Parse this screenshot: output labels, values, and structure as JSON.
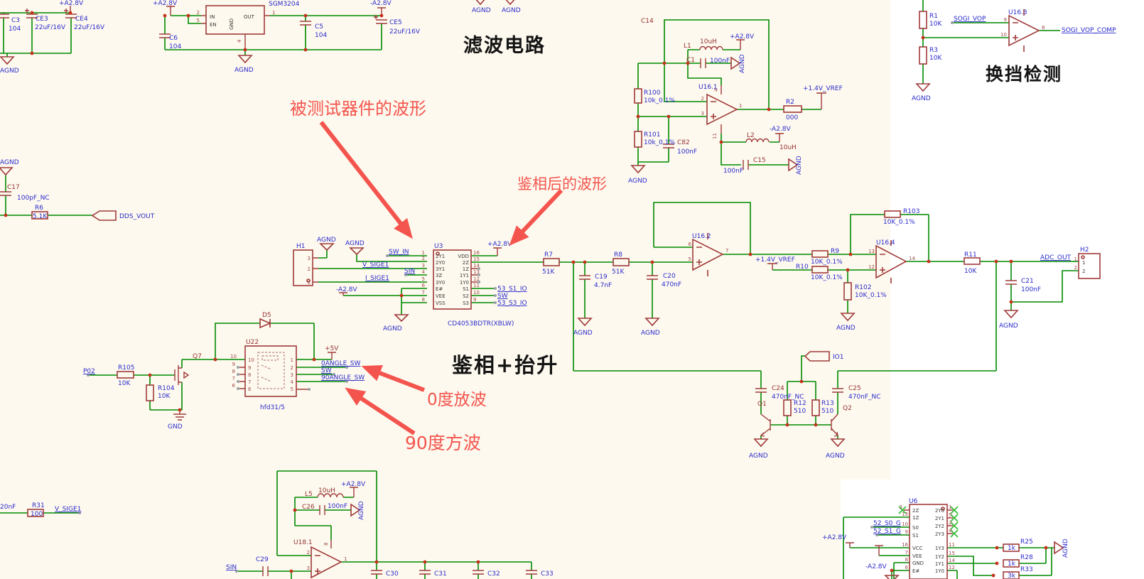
{
  "titles": {
    "filter": "滤波电路",
    "gear": "换挡检测",
    "phase": "鉴相+抬升"
  },
  "notes": {
    "dut": "被测试器件的波形",
    "pd": "鉴相后的波形",
    "d0": "0度放波",
    "d90": "90度方波"
  },
  "power": {
    "a28p": "+A2.8V",
    "a28n": "-A2.8V",
    "v5": "+5V",
    "vref": "+1.4V_VREF",
    "agnd": "AGND",
    "gnd": "GND"
  },
  "nets": {
    "sw_in": "SW_IN",
    "vsige1": "V_SIGE1",
    "sin": "SIN",
    "isige1": "I_SIGE1",
    "s1io": "53_S1_IO",
    "sw": "SW",
    "s3io": "53_S3_IO",
    "dds": "DDS_VOUT",
    "sogi": "SOGI_VOP",
    "sogic": "SOGI_VOP_COMP",
    "adc": "ADC_OUT",
    "p02": "P02",
    "a0": "0ANGLE_SW",
    "a90": "90ANGLE_SW",
    "io1": "IO1",
    "s0g": "52_S0_G",
    "s1g": "52_S1_G"
  },
  "parts": {
    "c3": {
      "r": "C3",
      "v": "104"
    },
    "ce3": {
      "r": "CE3",
      "v": "22uF/16V"
    },
    "ce4": {
      "r": "CE4",
      "v": "22uF/16V"
    },
    "c6": {
      "r": "C6",
      "v": "104"
    },
    "c5": {
      "r": "C5",
      "v": "104"
    },
    "ce5": {
      "r": "CE5",
      "v": "22uF/16V"
    },
    "c14": {
      "r": "C14"
    },
    "l1": {
      "r": "L1",
      "v": "10uH"
    },
    "c1": {
      "r": "C1",
      "v": "100nF"
    },
    "r100": {
      "r": "R100",
      "v": "10k_0.1%"
    },
    "r101": {
      "r": "R101",
      "v": "10k_0.1%"
    },
    "c82": {
      "r": "C82",
      "v": "100nF"
    },
    "r2": {
      "r": "R2",
      "v": "000"
    },
    "l2": {
      "r": "L2",
      "v": "10uH"
    },
    "c15": {
      "r": "C15",
      "v": "100nF"
    },
    "r1": {
      "r": "R1",
      "v": "10K"
    },
    "r3": {
      "r": "R3",
      "v": "10K"
    },
    "c17": {
      "r": "C17",
      "v": "100pF_NC"
    },
    "r6": {
      "r": "R6",
      "v": "5.1K"
    },
    "r7": {
      "r": "R7",
      "v": "51K"
    },
    "r8": {
      "r": "R8",
      "v": "51K"
    },
    "c19": {
      "r": "C19",
      "v": "4.7nF"
    },
    "c20": {
      "r": "C20",
      "v": "470nF"
    },
    "r9": {
      "r": "R9",
      "v": "10K_0.1%"
    },
    "r10": {
      "r": "R10",
      "v": "10K_0.1%"
    },
    "r102": {
      "r": "R102",
      "v": "10K_0.1%"
    },
    "r103": {
      "r": "R103",
      "v": "10K_0.1%"
    },
    "r11": {
      "r": "R11",
      "v": "10K"
    },
    "c21": {
      "r": "C21",
      "v": "100nF"
    },
    "r105": {
      "r": "R105",
      "v": "10K"
    },
    "r104": {
      "r": "R104",
      "v": "10K"
    },
    "q7": {
      "r": "Q7"
    },
    "d5": {
      "r": "D5"
    },
    "c24": {
      "r": "C24",
      "v": "470nF_NC"
    },
    "c25": {
      "r": "C25",
      "v": "470nF_NC"
    },
    "r12": {
      "r": "R12",
      "v": "510"
    },
    "r13": {
      "r": "R13",
      "v": "510"
    },
    "q1": {
      "r": "Q1"
    },
    "q2": {
      "r": "Q2"
    },
    "r31": {
      "r": "R31",
      "v": "100"
    },
    "cx": {
      "v": "20nF"
    },
    "l5": {
      "r": "L5",
      "v": "10uH"
    },
    "c26": {
      "r": "C26",
      "v": "100nF"
    },
    "c29": {
      "r": "C29"
    },
    "c30": {
      "r": "C30"
    },
    "c31": {
      "r": "C31"
    },
    "c32": {
      "r": "C32"
    },
    "c33": {
      "r": "C33"
    },
    "r25": {
      "r": "R25",
      "v": "1k"
    },
    "r28": {
      "r": "R28",
      "v": "1k"
    },
    "r33": {
      "r": "R33",
      "v": "3k"
    }
  },
  "ics": {
    "u2": {
      "ref": "SGM3204",
      "names": [
        "IN",
        "EN",
        "OUT",
        "GND"
      ],
      "nums": [
        "2",
        "5",
        "1",
        "4"
      ]
    },
    "u3": {
      "ref": "U3",
      "part": "CD4053BDTR(XBLW)",
      "ln": [
        "2Y1",
        "2Y0",
        "3Y1",
        "3Z",
        "3Y0",
        "E#",
        "VEE",
        "VSS"
      ],
      "rn": [
        "VDD",
        "2Z",
        "1Z",
        "1Y1",
        "1Y0",
        "S1",
        "S2",
        "S3"
      ],
      "lp": [
        "1",
        "2",
        "3",
        "4",
        "5",
        "6",
        "7",
        "8"
      ],
      "rp": [
        "16",
        "15",
        "14",
        "13",
        "12",
        "11",
        "10",
        "9"
      ]
    },
    "h1": {
      "ref": "H1",
      "pins": [
        "3",
        "2",
        "1"
      ]
    },
    "h2": {
      "ref": "H2",
      "pins": [
        "1",
        "2"
      ]
    },
    "u16_1": {
      "ref": "U16.1",
      "pins": [
        "2",
        "3",
        "1",
        "4",
        "11"
      ]
    },
    "u16_2": {
      "ref": "U16.2",
      "pins": [
        "6",
        "5",
        "7"
      ]
    },
    "u16_3": {
      "ref": "U16.3",
      "pins": [
        "9",
        "10",
        "8"
      ]
    },
    "u16_4": {
      "ref": "U16.4",
      "pins": [
        "13",
        "12",
        "14"
      ]
    },
    "u18": {
      "ref": "U18.1",
      "pins": [
        "2",
        "3",
        "1",
        "8"
      ]
    },
    "u22": {
      "ref": "U22",
      "part": "hfd31/5",
      "lp": [
        "10",
        "9",
        "8",
        "7",
        "6"
      ],
      "rp": [
        "1",
        "2",
        "3",
        "4",
        "5"
      ]
    },
    "u6": {
      "ref": "U6",
      "ln": [
        "2Z",
        "1Z",
        "S0",
        "S1",
        "VCC",
        "VEE",
        "GND",
        "E#"
      ],
      "rn": [
        "2Y0",
        "2Y1",
        "2Y2",
        "2Y3",
        "1Y3",
        "1Y2",
        "1Y1",
        "1Y0"
      ],
      "lp": [
        "3",
        "13",
        "10",
        "9",
        "16",
        "7",
        "8",
        "6"
      ],
      "rp": [
        "1",
        "5",
        "2",
        "4",
        "11",
        "15",
        "14",
        "12"
      ]
    }
  }
}
